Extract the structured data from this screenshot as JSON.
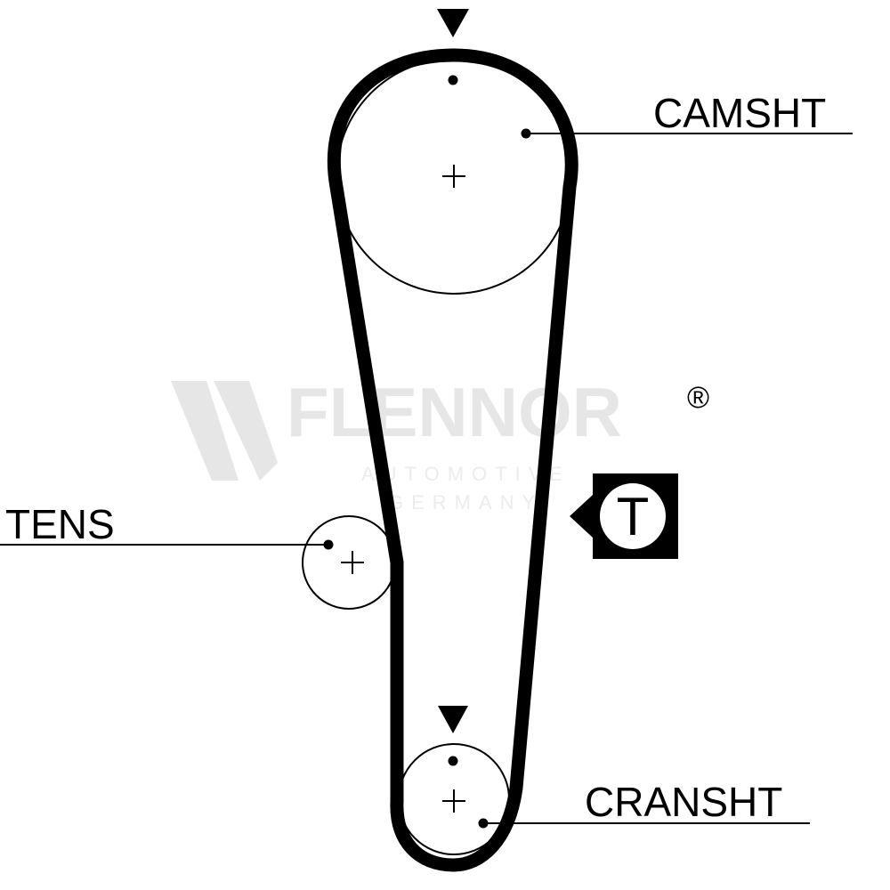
{
  "labels": {
    "camshaft": "CAMSHT",
    "tensioner": "TENS",
    "crankshaft": "CRANSHT"
  },
  "badge": {
    "letter": "T"
  },
  "watermark": {
    "brand": "FLENNOR",
    "registered": "®",
    "line1": "AUTOMOTIVE",
    "line2": "GERMANY"
  },
  "colors": {
    "ink": "#000000",
    "watermark": "#e6e6e6",
    "background": "#ffffff"
  }
}
